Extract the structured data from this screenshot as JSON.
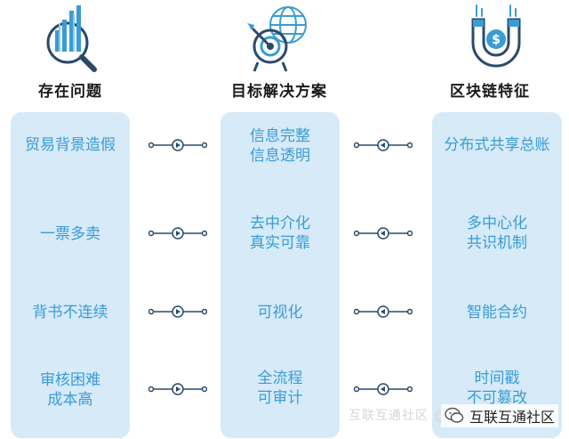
{
  "columns": [
    {
      "heading": "存在问题",
      "icon": "bar-chart-magnifier-icon",
      "items": [
        [
          "贸易背景造假"
        ],
        [
          "一票多卖"
        ],
        [
          "背书不连续"
        ],
        [
          "审核困难",
          "成本高"
        ]
      ]
    },
    {
      "heading": "目标解决方案",
      "icon": "target-globe-icon",
      "items": [
        [
          "信息完整",
          "信息透明"
        ],
        [
          "去中介化",
          "真实可靠"
        ],
        [
          "可视化"
        ],
        [
          "全流程",
          "可审计"
        ]
      ]
    },
    {
      "heading": "区块链特征",
      "icon": "currency-magnet-icon",
      "items": [
        [
          "分布式共享总账"
        ],
        [
          "多中心化",
          "共识机制"
        ],
        [
          "智能合约"
        ],
        [
          "时间戳",
          "不可篡改"
        ]
      ]
    }
  ],
  "watermark": "互联互通社区 @互联互通社区",
  "brand": "互联互通社区",
  "colors": {
    "panel": "#d6eaf7",
    "text": "#3a9cd6",
    "connector": "#2a4a6b",
    "icon_blue": "#3a9cd6",
    "heading": "#1a1a1a"
  }
}
